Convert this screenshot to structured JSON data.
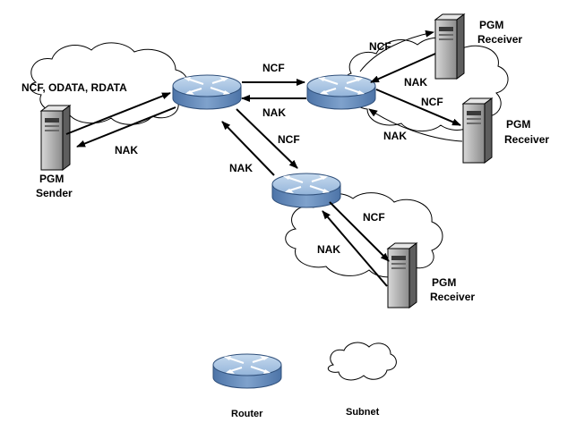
{
  "labels": {
    "sender_msgs": "NCF, ODATA, RDATA",
    "sender_nak": "NAK",
    "r1_r2_ncf": "NCF",
    "r2_r1_nak": "NAK",
    "r1_r3_ncf": "NCF",
    "r3_r1_nak": "NAK",
    "r2_top_ncf": "NCF",
    "r2_top_nak": "NAK",
    "r2_mid_ncf": "NCF",
    "r2_mid_nak": "NAK",
    "r3_bottom_ncf": "NCF",
    "r3_bottom_nak": "NAK"
  },
  "nodes": {
    "sender": {
      "line1": "PGM",
      "line2": "Sender"
    },
    "receiver_top": {
      "line1": "PGM",
      "line2": "Receiver"
    },
    "receiver_mid": {
      "line1": "PGM",
      "line2": "Receiver"
    },
    "receiver_bottom": {
      "line1": "PGM",
      "line2": "Receiver"
    }
  },
  "legend": {
    "router": "Router",
    "subnet": "Subnet"
  },
  "colors": {
    "router_top": "#a7c4e3",
    "router_side": "#5f86b8",
    "server_body": "#b5b5b5",
    "server_dark": "#6e6e6e"
  }
}
